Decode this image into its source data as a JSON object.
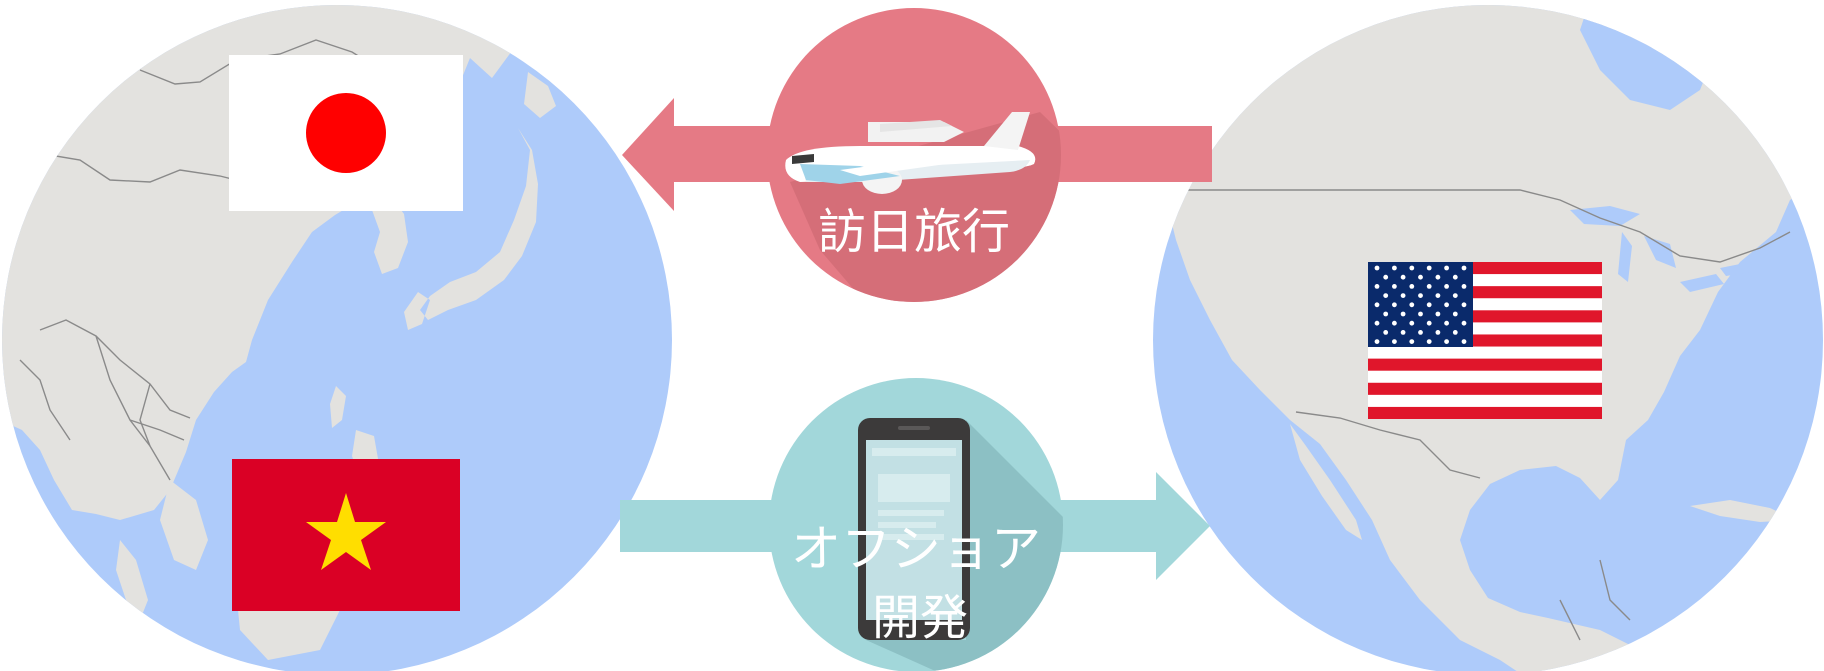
{
  "labels": {
    "inbound_travel": "訪日旅行",
    "offshore_line1": "オフショア",
    "offshore_line2": "開発"
  },
  "colors": {
    "ocean": "#aecbfa",
    "land": "#e3e2df",
    "border": "#8a8a8a",
    "travel_accent": "#e57a85",
    "offshore_accent": "#a2d7da",
    "japan_red": "#ff0000",
    "vietnam_red": "#da0025",
    "vietnam_star": "#ffde00",
    "us_red": "#e0162b",
    "us_blue": "#0a2a6b"
  },
  "icons": {
    "travel": "airplane-icon",
    "offshore": "smartphone-icon"
  },
  "flags": {
    "japan": "japan-flag",
    "vietnam": "vietnam-flag",
    "usa": "usa-flag"
  }
}
